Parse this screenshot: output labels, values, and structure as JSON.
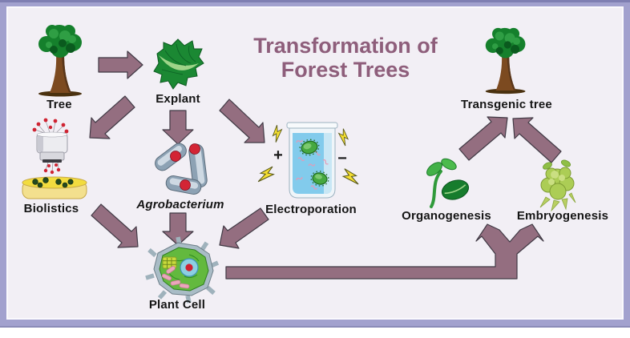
{
  "title": {
    "line1": "Transformation of",
    "line2": "Forest Trees"
  },
  "nodes": {
    "tree": {
      "label": "Tree",
      "icon": "tree-icon"
    },
    "explant": {
      "label": "Explant",
      "icon": "leaf-icon"
    },
    "biolistics": {
      "label": "Biolistics",
      "icon": "gene-gun-petri-dish-icon"
    },
    "agrobacterium": {
      "label": "Agrobacterium",
      "icon": "bacteria-rods-icon"
    },
    "electroporation": {
      "label": "Electroporation",
      "icon": "cuvette-lightning-icon",
      "electrode_plus": "+",
      "electrode_minus": "−"
    },
    "plant_cell": {
      "label": "Plant Cell",
      "icon": "plant-cell-icon"
    },
    "organogenesis": {
      "label": "Organogenesis",
      "icon": "shoot-icon"
    },
    "embryogenesis": {
      "label": "Embryogenesis",
      "icon": "somatic-embryo-icon"
    },
    "transgenic_tree": {
      "label": "Transgenic tree",
      "icon": "tree-icon"
    }
  },
  "colors": {
    "background": "#f2eff5",
    "frame": "#a2a1ce",
    "arrow": "#946e80",
    "title_text": "#8e5e7b",
    "label_text": "#151515"
  }
}
